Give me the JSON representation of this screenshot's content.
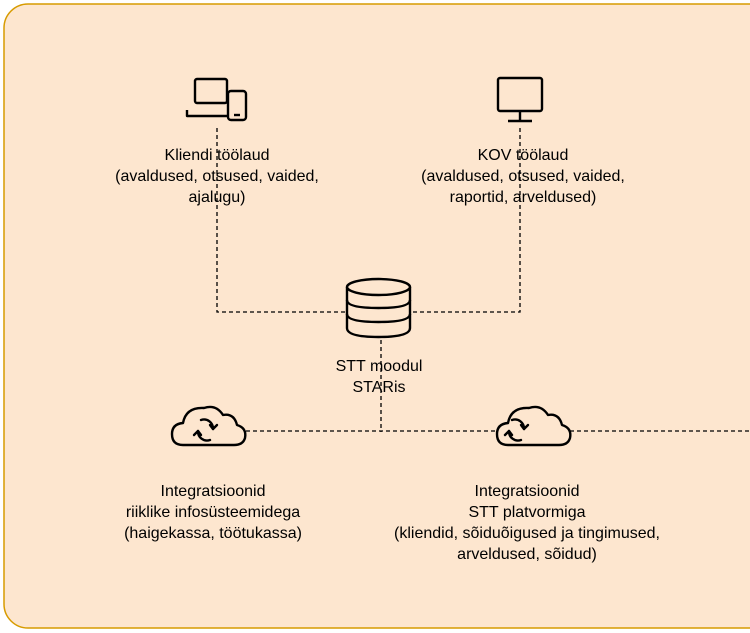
{
  "colors": {
    "panel_fill": "#fde6cf",
    "panel_stroke": "#d79b00",
    "icon_stroke": "#000000",
    "connector": "#000000"
  },
  "nodes": {
    "client_desktop": {
      "icon": "laptop-and-phone-icon",
      "lines": [
        "Kliendi töölaud",
        "(avaldused, otsused, vaided,",
        "ajalugu)"
      ]
    },
    "kov_desktop": {
      "icon": "monitor-icon",
      "lines": [
        "KOV töölaud",
        "(avaldused, otsused, vaided,",
        "raportid, arveldused)"
      ]
    },
    "stt_module": {
      "icon": "database-icon",
      "lines": [
        "STT moodul",
        "STARis"
      ]
    },
    "state_integrations": {
      "icon": "cloud-sync-icon",
      "lines": [
        "Integratsioonid",
        "riiklike infosüsteemidega",
        "(haigekassa, töötukassa)"
      ]
    },
    "platform_integrations": {
      "icon": "cloud-sync-icon",
      "lines": [
        "Integratsioonid",
        "STT platvormiga",
        "(kliendid, sõiduõigused ja tingimused,",
        "arveldused, sõidud)"
      ]
    }
  }
}
